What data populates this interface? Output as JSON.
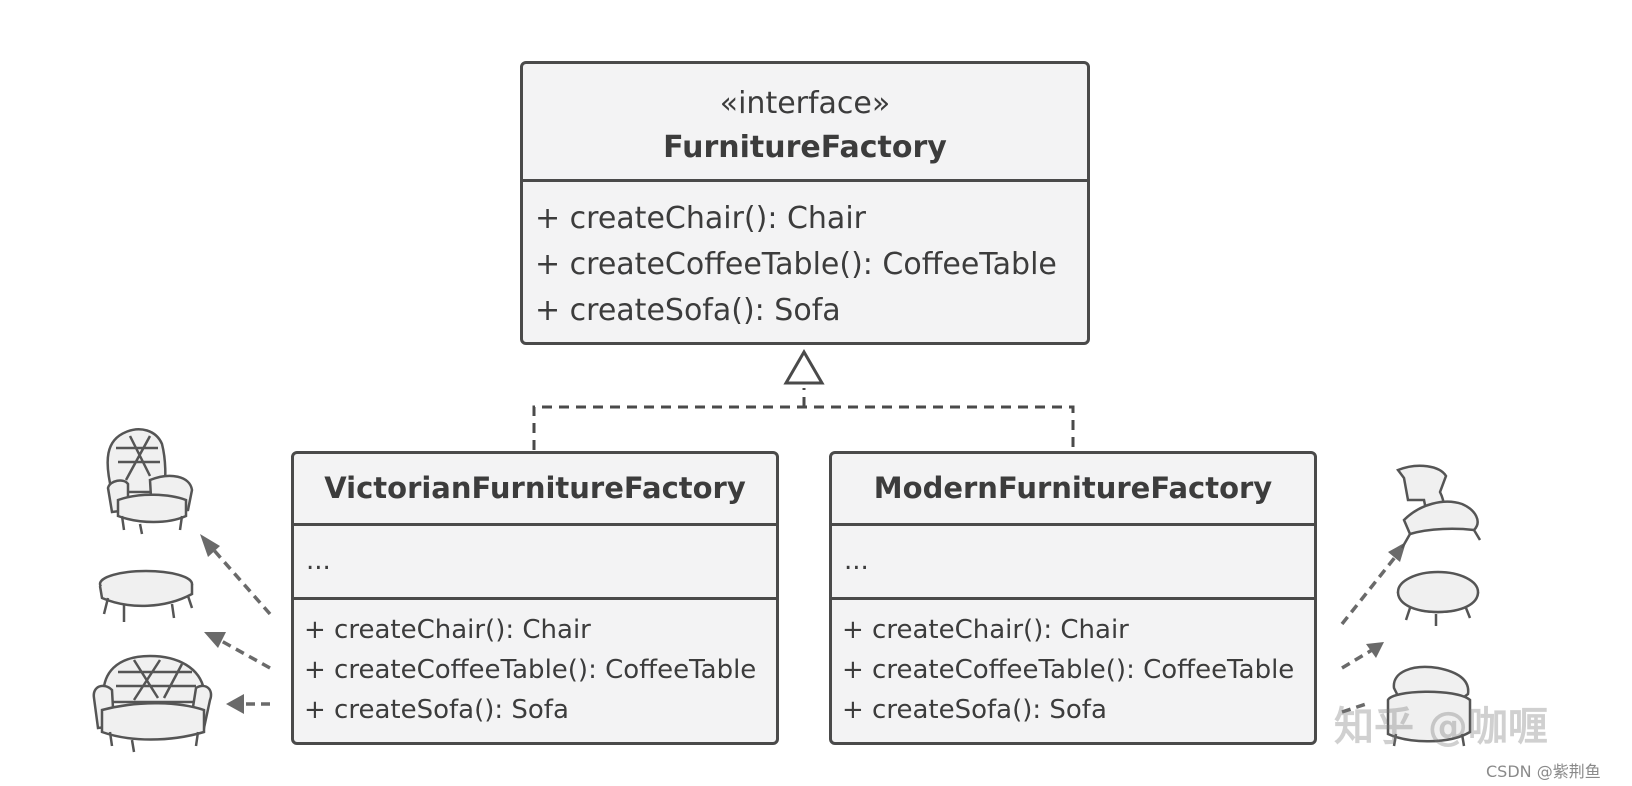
{
  "interface_box": {
    "stereotype": "«interface»",
    "name": "FurnitureFactory",
    "methods": [
      "+ createChair(): Chair",
      "+ createCoffeeTable(): CoffeeTable",
      "+ createSofa(): Sofa"
    ]
  },
  "victorian_box": {
    "name": "VictorianFurnitureFactory",
    "fields": "...",
    "methods": [
      "+ createChair(): Chair",
      "+ createCoffeeTable(): CoffeeTable",
      "+ createSofa(): Sofa"
    ]
  },
  "modern_box": {
    "name": "ModernFurnitureFactory",
    "fields": "...",
    "methods": [
      "+ createChair(): Chair",
      "+ createCoffeeTable(): CoffeeTable",
      "+ createSofa(): Sofa"
    ]
  },
  "illustrations": {
    "left": [
      "victorian-armchair-icon",
      "victorian-coffee-table-icon",
      "victorian-sofa-icon"
    ],
    "right": [
      "modern-chair-icon",
      "modern-coffee-table-icon",
      "modern-sofa-icon"
    ]
  },
  "watermarks": {
    "zhihu": "知乎 @咖喱",
    "csdn": "CSDN @紫荆鱼"
  },
  "colors": {
    "stroke": "#4a4a4a",
    "box_fill": "#f3f3f4",
    "text": "#3c3c3c"
  }
}
